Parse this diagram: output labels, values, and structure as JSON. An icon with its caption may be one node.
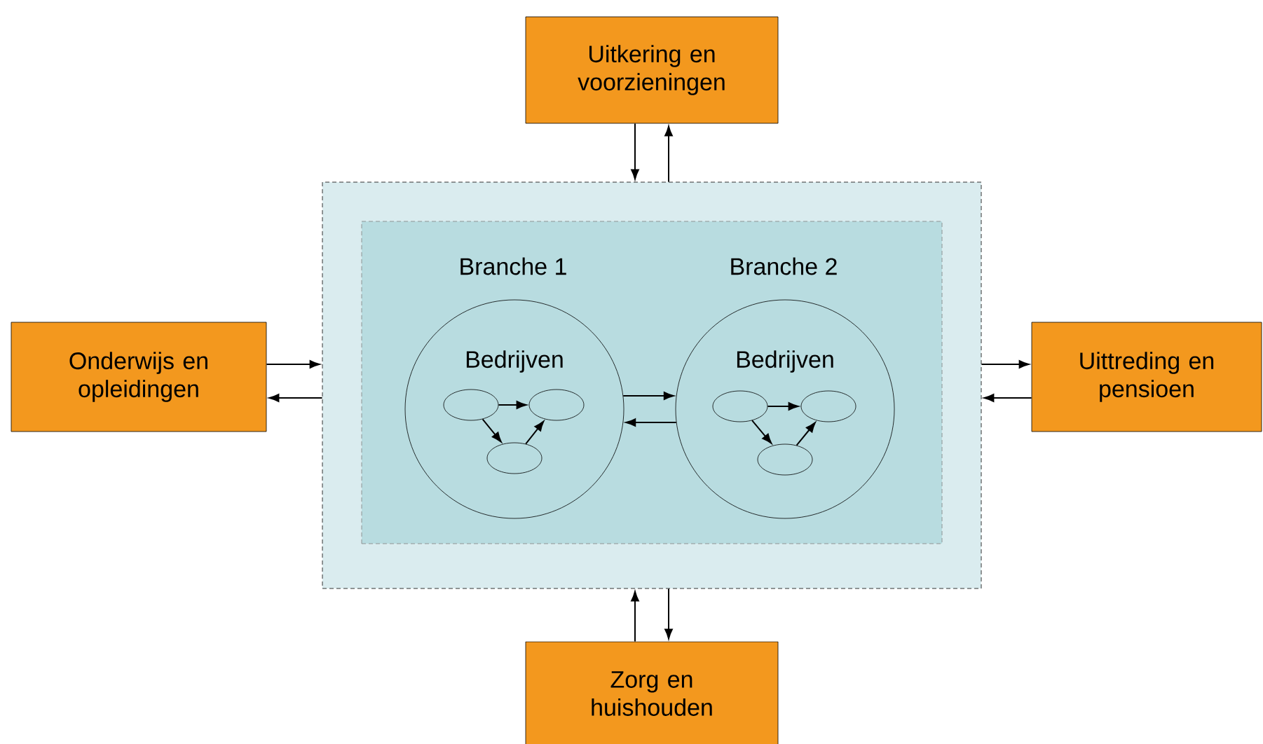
{
  "diagram": {
    "nodes": [
      {
        "text": [],
        "shape": "box"
      },
      {
        "text": [],
        "shape": "box",
        "in": 0
      },
      {
        "text": [
          "Bedrijven"
        ],
        "beside": [
          "Branche 1"
        ],
        "in": 1
      },
      {
        "text": [],
        "shape": "circle",
        "in": 2
      },
      {
        "text": [],
        "shape": "circle",
        "in": 2
      },
      {
        "text": [],
        "shape": "circle",
        "in": 2
      },
      {
        "text": [
          "Bedrijven"
        ],
        "beside": [
          "Branche 2"
        ],
        "in": 1
      },
      {
        "text": [],
        "shape": "circle",
        "in": 6
      },
      {
        "text": [],
        "shape": "circle",
        "in": 6
      },
      {
        "text": [],
        "shape": "circle",
        "in": 6
      },
      {
        "text": [
          "Uitkering en voorzieningen"
        ]
      },
      {
        "text": [
          "Onderwijs en opleidingen"
        ]
      },
      {
        "text": [
          "Uittreding en pensioen"
        ]
      },
      {
        "text": [
          "Zorg en huishouden"
        ]
      }
    ],
    "edges": [
      {
        "from": 10,
        "to": 0,
        "arrow": "to"
      },
      {
        "from": 0,
        "to": 10,
        "arrow": "to"
      },
      {
        "from": 11,
        "to": 0,
        "arrow": "to"
      },
      {
        "from": 0,
        "to": 11,
        "arrow": "to"
      },
      {
        "from": 0,
        "to": 12,
        "arrow": "to"
      },
      {
        "from": 12,
        "to": 0,
        "arrow": "to"
      },
      {
        "from": 13,
        "to": 0,
        "arrow": "to"
      },
      {
        "from": 0,
        "to": 13,
        "arrow": "to"
      },
      {
        "from": 2,
        "to": 6,
        "arrow": "to"
      },
      {
        "from": 6,
        "to": 2,
        "arrow": "to"
      },
      {
        "from": 3,
        "to": 4,
        "arrow": "to"
      },
      {
        "from": 3,
        "to": 5,
        "arrow": "to"
      },
      {
        "from": 5,
        "to": 4,
        "arrow": "to"
      },
      {
        "from": 7,
        "to": 8,
        "arrow": "to"
      },
      {
        "from": 7,
        "to": 9,
        "arrow": "to"
      },
      {
        "from": 9,
        "to": 8,
        "arrow": "to"
      }
    ]
  }
}
